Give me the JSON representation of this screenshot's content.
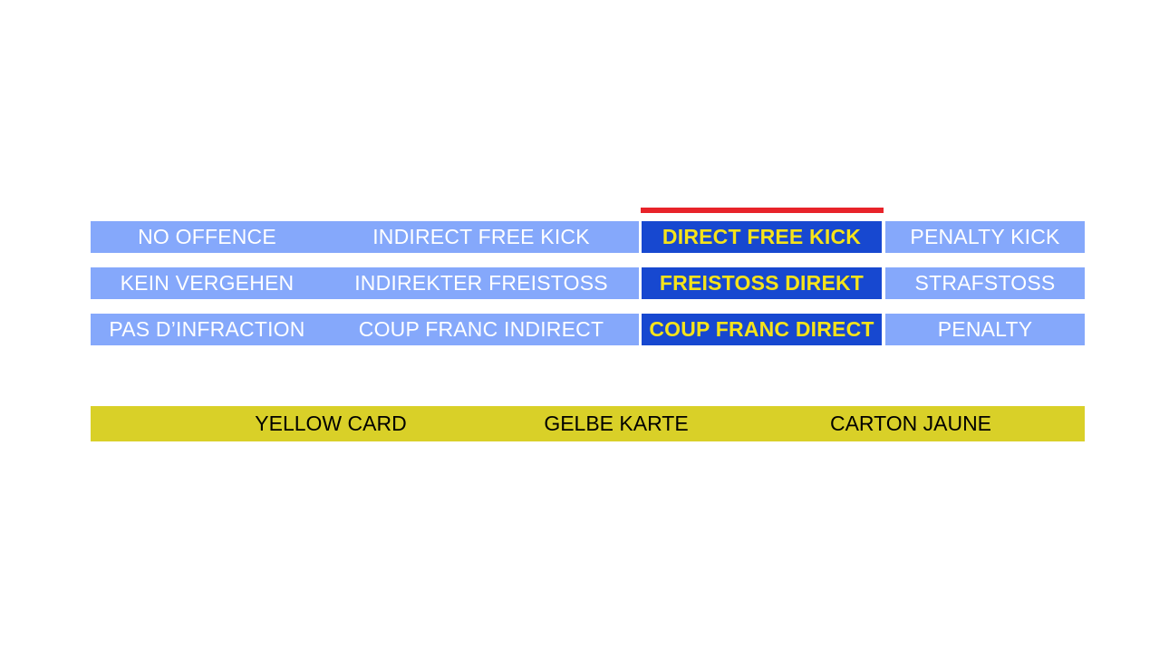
{
  "slide": {
    "background_color": "#ffffff",
    "accent_bar_color": "#e8232a",
    "light_cell_color": "#85a8fb",
    "highlight_cell_color": "#1748d0",
    "highlight_text_color": "#f5e31a",
    "card_bar_color": "#d9d028"
  },
  "table": {
    "rows": [
      {
        "language": "english",
        "col1": "NO OFFENCE",
        "col2": "INDIRECT FREE KICK",
        "col3": "DIRECT FREE KICK",
        "col4": "PENALTY KICK"
      },
      {
        "language": "german",
        "col1": "KEIN VERGEHEN",
        "col2": "INDIREKTER FREISTOSS",
        "col3": "FREISTOSS DIREKT",
        "col4": "STRAFSTOSS"
      },
      {
        "language": "french",
        "col1": "PAS D’INFRACTION",
        "col2": "COUP FRANC INDIRECT",
        "col3": "COUP FRANC DIRECT",
        "col4": "PENALTY"
      }
    ]
  },
  "card_bar": {
    "english": "YELLOW CARD",
    "german": "GELBE KARTE",
    "french": "CARTON JAUNE"
  }
}
